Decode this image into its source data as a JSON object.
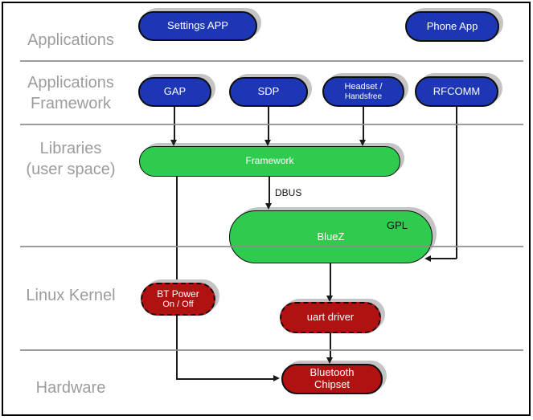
{
  "diagram": {
    "type": "layered-architecture",
    "subject": "Bluetooth software stack"
  },
  "layers": {
    "applications": {
      "line1": "Applications"
    },
    "app_framework": {
      "line1": "Applications",
      "line2": "Framework"
    },
    "libraries": {
      "line1": "Libraries",
      "line2": "(user space)"
    },
    "kernel": {
      "line1": "Linux Kernel"
    },
    "hardware": {
      "line1": "Hardware"
    }
  },
  "nodes": {
    "settings_app": {
      "label": "Settings APP"
    },
    "phone_app": {
      "label": "Phone App"
    },
    "gap": {
      "label": "GAP"
    },
    "sdp": {
      "label": "SDP"
    },
    "headset": {
      "line1": "Headset /",
      "line2": "Handsfree"
    },
    "rfcomm": {
      "label": "RFCOMM"
    },
    "framework": {
      "label": "Framework"
    },
    "bluez": {
      "label": "BlueZ",
      "license": "GPL"
    },
    "bt_power": {
      "line1": "BT Power",
      "line2": "On / Off"
    },
    "uart": {
      "label": "uart driver"
    },
    "chipset": {
      "line1": "Bluetooth",
      "line2": "Chipset"
    }
  },
  "edges": {
    "dbus_label": "DBUS"
  },
  "colors": {
    "node_blue": "#1d36b4",
    "node_green": "#2ecb4f",
    "node_red": "#b01111",
    "node_text": "#ffffff",
    "layer_label_gray": "#9c9c9c",
    "divider_gray": "#8c8c8c",
    "shadow_gray": "#c4c4c4",
    "line_black": "#1a1a1a"
  }
}
